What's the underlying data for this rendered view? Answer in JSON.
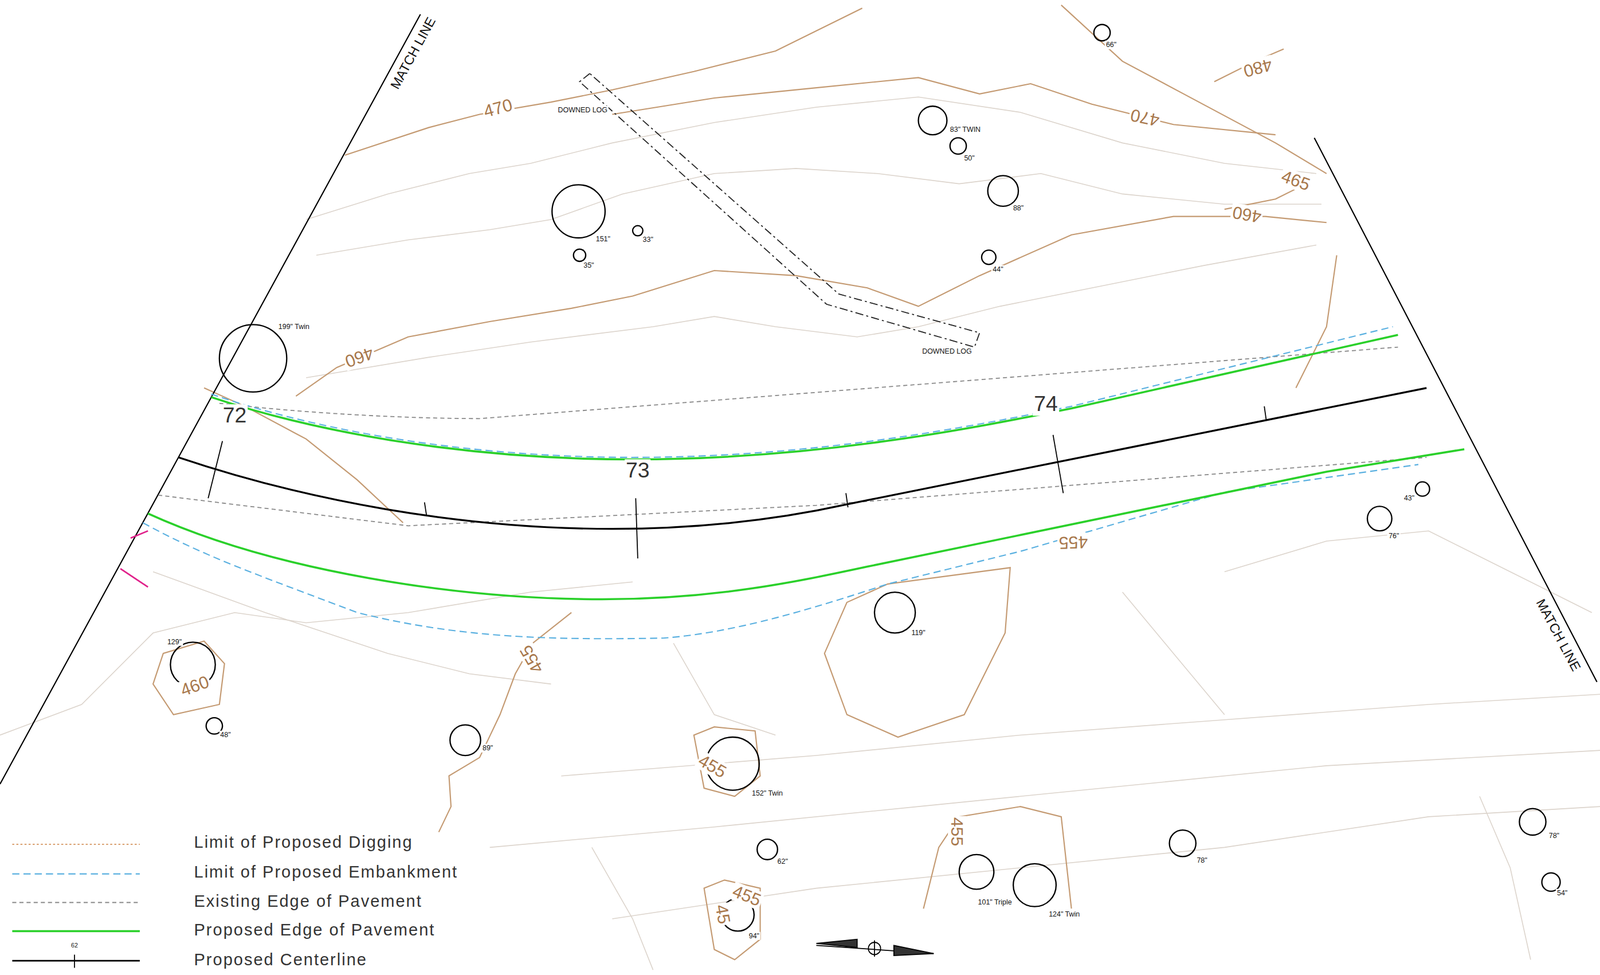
{
  "diagram": {
    "labels": [
      "MATCH LINE",
      "MATCH LINE",
      "DOWNED LOG",
      "DOWNED LOG",
      "66\"",
      "83\" TWIN",
      "50\"",
      "88\"",
      "44\"",
      "151\"",
      "33\"",
      "35\"",
      "199\" Twin",
      "43\"",
      "76\"",
      "119\"",
      "129\"",
      "48\"",
      "89\"",
      "152\" Twin",
      "62\"",
      "101\" Triple",
      "124\" Twin",
      "78\"",
      "78\"",
      "54\"",
      "94\"",
      "470",
      "480",
      "470",
      "465",
      "460",
      "460",
      "455",
      "455",
      "460",
      "455",
      "455",
      "455",
      "45",
      "72",
      "73",
      "74",
      "62"
    ],
    "legend": [
      {
        "text": "Limit of Proposed Digging"
      },
      {
        "text": "Limit of Proposed Embankment"
      },
      {
        "text": "Existing Edge of Pavement"
      },
      {
        "text": "Proposed Edge of Pavement"
      },
      {
        "text": "Proposed Centerline"
      }
    ]
  }
}
